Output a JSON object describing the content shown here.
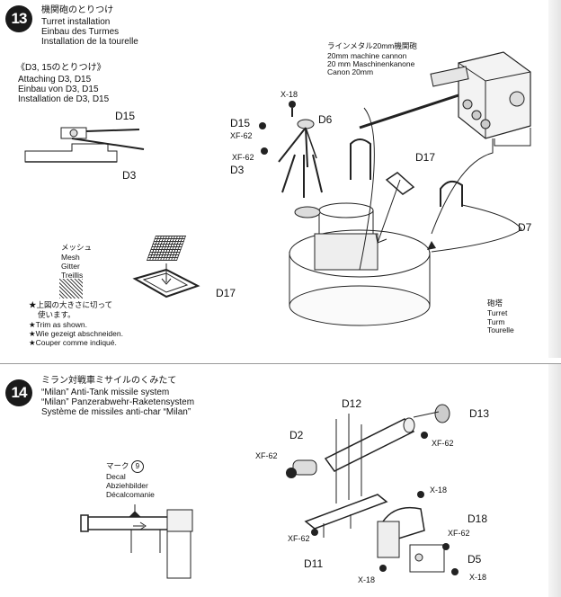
{
  "step13": {
    "number": "13",
    "title_jp": "機関砲のとりつけ",
    "title_en": "Turret installation",
    "title_de": "Einbau des Turmes",
    "title_fr": "Installation de la tourelle",
    "sub_jp": "《D3, 15のとりつけ》",
    "sub_en": "Attaching D3, D15",
    "sub_de": "Einbau von D3, D15",
    "sub_fr": "Installation de D3, D15",
    "cannon_jp": "ラインメタル20mm機関砲",
    "cannon_en": "20mm machine cannon",
    "cannon_de": "20 mm Maschinenkanone",
    "cannon_fr": "Canon 20mm",
    "mesh_jp": "メッシュ",
    "mesh_en": "Mesh",
    "mesh_de": "Gitter",
    "mesh_fr": "Treillis",
    "trim_jp1": "★上図の大きさに切って",
    "trim_jp2": "使います。",
    "trim_en": "★Trim as shown.",
    "trim_de": "★Wie gezeigt abschneiden.",
    "trim_fr": "★Couper comme indiqué.",
    "turret_jp": "砲塔",
    "turret_en": "Turret",
    "turret_de": "Turm",
    "turret_fr": "Tourelle",
    "labels": {
      "D15_small": "D15",
      "D3_small": "D3",
      "X18": "X-18",
      "D15": "D15",
      "XF62_a": "XF-62",
      "XF62_b": "XF-62",
      "D3": "D3",
      "D6": "D6",
      "D17_top": "D17",
      "D7": "D7",
      "D17_mesh": "D17"
    }
  },
  "step14": {
    "number": "14",
    "title_jp": "ミラン対戦車ミサイルのくみたて",
    "title_en": "“Milan” Anti-Tank missile system",
    "title_de": "“Milan” Panzerabwehr-Raketensystem",
    "title_fr": "Système de missiles anti-char “Milan”",
    "mark_jp": "マーク",
    "mark_num": "9",
    "decal_en": "Decal",
    "decal_de": "Abziehbilder",
    "decal_fr": "Décalcomanie",
    "labels": {
      "D12": "D12",
      "D13": "D13",
      "D2": "D2",
      "XF62_a": "XF-62",
      "XF62_b": "XF-62",
      "XF62_c": "XF-62",
      "XF62_d": "XF-62",
      "X18_a": "X-18",
      "X18_b": "X-18",
      "X18_c": "X-18",
      "D18": "D18",
      "D5": "D5",
      "D11": "D11"
    }
  }
}
